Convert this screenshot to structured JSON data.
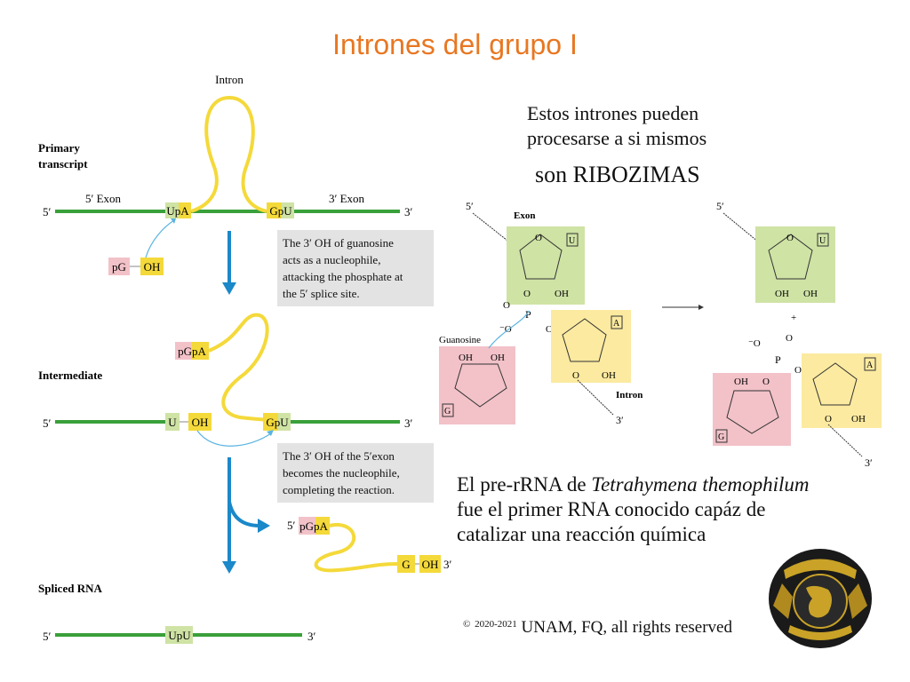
{
  "title": "Intrones del grupo I",
  "left_diagram": {
    "intron_label": "Intron",
    "primary_transcript": [
      "Primary",
      "transcript"
    ],
    "intermediate": "Intermediate",
    "spliced_rna": "Spliced RNA",
    "five_prime": "5′",
    "three_prime": "3′",
    "exon5": "5′ Exon",
    "exon3": "3′ Exon",
    "upa": "UpA",
    "gpu": "GpU",
    "pg": "pG",
    "oh": "OH",
    "pgpa": "pGpA",
    "u": "U",
    "g": "G",
    "upu": "UpU",
    "callout1": [
      "The 3′ OH of guanosine",
      "acts as a nucleophile,",
      "attacking the phosphate at",
      "the 5′ splice site."
    ],
    "callout2": [
      "The 3′ OH of the 5′exon",
      "becomes the nucleophile,",
      "completing the reaction."
    ]
  },
  "right_text": {
    "line1": "Estos intrones pueden",
    "line2": "procesarse a si mismos",
    "ribozymes": "son RIBOZIMAS"
  },
  "mechanism": {
    "five_prime": "5′",
    "three_prime": "3′",
    "exon": "Exon",
    "intron": "Intron",
    "guanosine": "Guanosine",
    "u": "U",
    "a": "A",
    "g": "G",
    "o": "O",
    "oh": "OH",
    "p": "P",
    "o_minus": "⁻O",
    "plus": "+"
  },
  "bottom_text": {
    "line1_prefix": "El pre-rRNA de ",
    "line1_italic": "Tetrahymena themophilum",
    "line2": "fue el primer RNA conocido capáz de",
    "line3": "catalizar una reacción química"
  },
  "footer": {
    "copyright_symbol": "©",
    "years": "2020-2021",
    "text": "UNAM, FQ, all rights reserved"
  },
  "colors": {
    "title": "#e87722",
    "rna_green": "#3aa03a",
    "intron_yellow": "#f4d93a",
    "arrow_blue": "#1a88c9",
    "green_box": "#cfe3a5",
    "yellow_box": "#fbeaa0",
    "pink_box": "#f2c2c8"
  }
}
